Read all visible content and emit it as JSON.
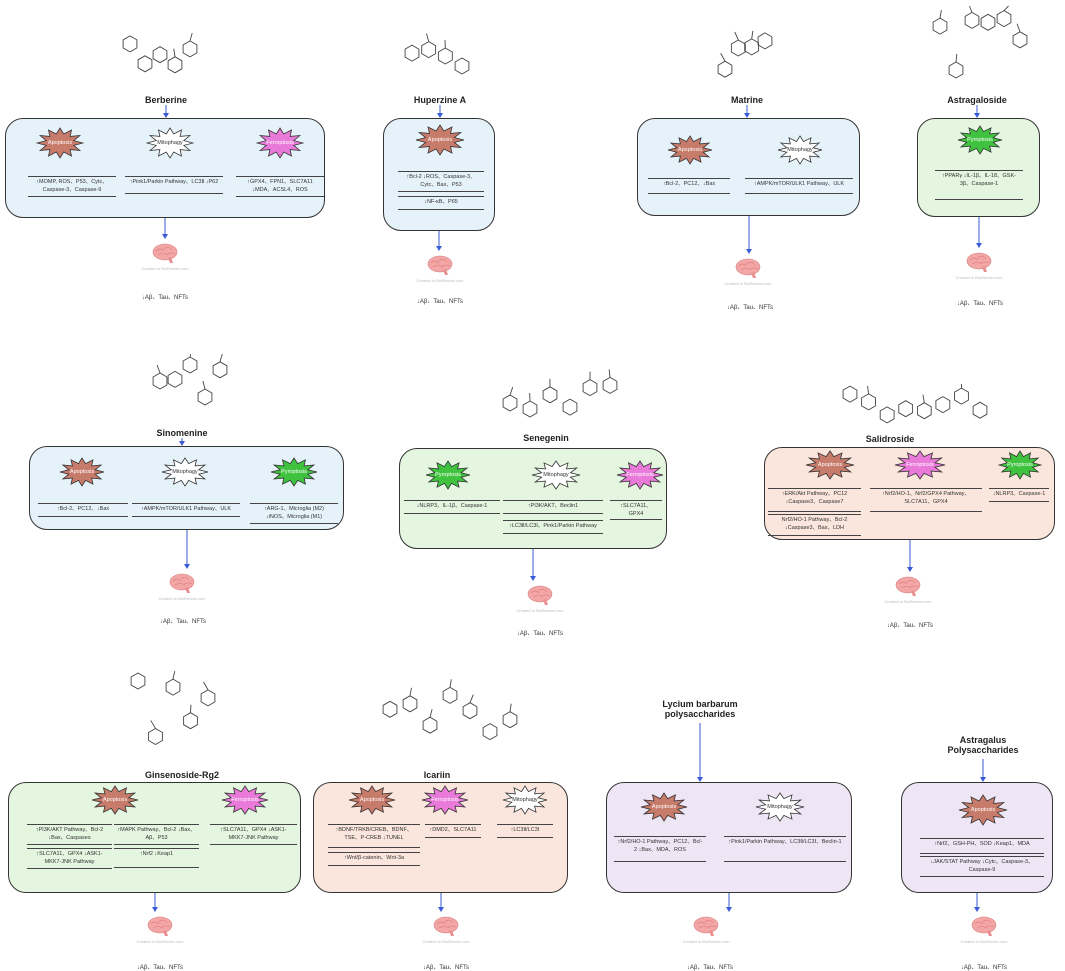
{
  "compounds": [
    {
      "name": "Berberine",
      "panel_color": "#e6f2fa",
      "mechanisms": [
        {
          "label": "Apoptosis",
          "kind": "apoptosis"
        },
        {
          "label": "Mitophagy",
          "kind": "mitophagy"
        },
        {
          "label": "Ferroptosis",
          "kind": "ferroptosis"
        }
      ],
      "boxes": [
        {
          "text": "↑MOMP, ROS、P53、Cytc、Caspase-3、Caspase-9"
        },
        {
          "text": "↑Pink1/Parkin Pathway、LC3Ⅱ ↓P62"
        },
        {
          "text": "↑GPX4、FPN1、SLC7A11 ↓MDA、ACSL4、ROS"
        }
      ],
      "outcome": "↓Aβ、Tau、NFTs",
      "brain_caption": "Created in BioRender.com"
    },
    {
      "name": "Huperzine A",
      "panel_color": "#e6f2fa",
      "mechanisms": [
        {
          "label": "Apoptosis",
          "kind": "apoptosis"
        }
      ],
      "boxes": [
        {
          "text": "↑Bcl-2 ↓ROS、Caspase-3、Cytc、Bax、P53"
        },
        {
          "text": "↓NF-κB、P65"
        }
      ],
      "outcome": "↓Aβ、Tau、NFTs",
      "brain_caption": "Created in BioRender.com"
    },
    {
      "name": "Matrine",
      "panel_color": "#e6f2fa",
      "mechanisms": [
        {
          "label": "Apoptosis",
          "kind": "apoptosis"
        },
        {
          "label": "Mitophagy",
          "kind": "mitophagy"
        }
      ],
      "boxes": [
        {
          "text": "↑Bcl-2、PC12、↓Bax"
        },
        {
          "text": "↑AMPK/mTOR/ULK1 Pathway、ULK"
        }
      ],
      "outcome": "↓Aβ、Tau、NFTs",
      "brain_caption": "Created in BioRender.com"
    },
    {
      "name": "Astragaloside",
      "panel_color": "#e4f5e0",
      "mechanisms": [
        {
          "label": "Pyroptosis",
          "kind": "pyroptosis"
        }
      ],
      "boxes": [
        {
          "text": "↑PPARγ ↓IL-1β、IL-18、GSK-3β、Caspase-1"
        }
      ],
      "outcome": "↓Aβ、Tau、NFTs",
      "brain_caption": "Created in BioRender.com"
    },
    {
      "name": "Sinomenine",
      "panel_color": "#e6f2fa",
      "mechanisms": [
        {
          "label": "Apoptosis",
          "kind": "apoptosis"
        },
        {
          "label": "Mitophagy",
          "kind": "mitophagy"
        },
        {
          "label": "Pyroptosis",
          "kind": "pyroptosis"
        }
      ],
      "boxes": [
        {
          "text": "↑Bcl-2、PC12、↓Bax"
        },
        {
          "text": "↑AMPK/mTOR/ULK1 Pathway、ULK"
        },
        {
          "text": "↑ARG-1、Microglia (M2) ↓iNOS、Microglia (M1)"
        }
      ],
      "outcome": "↓Aβ、Tau、NFTs",
      "brain_caption": "Created in BioRender.com"
    },
    {
      "name": "Senegenin",
      "panel_color": "#e4f5e0",
      "mechanisms": [
        {
          "label": "Pyroptosis",
          "kind": "pyroptosis"
        },
        {
          "label": "Mitophagy",
          "kind": "mitophagy"
        },
        {
          "label": "Ferroptosis",
          "kind": "ferroptosis"
        }
      ],
      "boxes": [
        {
          "text": "↓NLRP3、IL-1β、Caspase-1"
        },
        {
          "text": "↑PI3K/AKT、Beclin1"
        },
        {
          "text": "↑SLC7A11、GPX4"
        },
        {
          "text": "↑LC3Ⅱ/LC3Ⅰ、Pink1/Parkin Pathway"
        }
      ],
      "outcome": "↓Aβ、Tau、NFTs",
      "brain_caption": "Created in BioRender.com"
    },
    {
      "name": "Salidroside",
      "panel_color": "#fbe6dd",
      "mechanisms": [
        {
          "label": "Apoptosis",
          "kind": "apoptosis"
        },
        {
          "label": "Ferroptosis",
          "kind": "ferroptosis"
        },
        {
          "label": "Pyroptosis",
          "kind": "pyroptosis"
        }
      ],
      "boxes": [
        {
          "text": "↑ERK/Akt Pathway、PC12 ↓Caspase3、Caspase7"
        },
        {
          "text": "↑Nrf2/HO-1、Nrf2/GPX4 Pathway、SLC7A11、GPX4"
        },
        {
          "text": "↓NLRP3、Caspase-1"
        },
        {
          "text": "Nrf2/HO-1 Pathway、Bcl-2 ↓Caspase3、Bax、LDH"
        }
      ],
      "outcome": "↓Aβ、Tau、NFTs",
      "brain_caption": "Created in BioRender.com"
    },
    {
      "name": "Ginsenoside-Rg2",
      "panel_color": "#e4f5e0",
      "mechanisms": [
        {
          "label": "Apoptosis",
          "kind": "apoptosis"
        },
        {
          "label": "Ferroptosis",
          "kind": "ferroptosis"
        }
      ],
      "boxes": [
        {
          "text": "↑PI3K/AKT Pathway、Bcl-2 ↓Bax、Caspases"
        },
        {
          "text": "↑MAPK Pathway、Bcl-2 ↓Bax、Aβ、P53"
        },
        {
          "text": "↑SLC7A11、GPX4 ↓ASK1-MKK7-JNK Pathway"
        },
        {
          "text": "↑SLC7A11、GPX4 ↓ASK1-MKK7-JNK Pathway"
        },
        {
          "text": "↑Nrf2 ↓Keap1"
        }
      ],
      "outcome": "↓Aβ、Tau、NFTs",
      "brain_caption": "Created in BioRender.com"
    },
    {
      "name": "Icariin",
      "panel_color": "#fbe6dd",
      "mechanisms": [
        {
          "label": "Apoptosis",
          "kind": "apoptosis"
        },
        {
          "label": "Ferroptosis",
          "kind": "ferroptosis"
        },
        {
          "label": "Mitophagy",
          "kind": "mitophagy"
        }
      ],
      "boxes": [
        {
          "text": "↑BDNF/TRKB/CREB、BDNF、TSE、P-CREB ↓TUNEL"
        },
        {
          "text": "↑DMD2、SLC7A11"
        },
        {
          "text": "↑LC3Ⅱ/LC3Ⅰ"
        },
        {
          "text": "↑Wnt/β-catenin、Wnt-3a"
        }
      ],
      "outcome": "↓Aβ、Tau、NFTs",
      "brain_caption": "Created in BioRender.com"
    },
    {
      "name": "Lycium barbarum polysaccharides",
      "panel_color": "#efe6f5",
      "mechanisms": [
        {
          "label": "Apoptosis",
          "kind": "apoptosis"
        },
        {
          "label": "Mitophagy",
          "kind": "mitophagy"
        }
      ],
      "boxes": [
        {
          "text": "↑Nrf2/HO-1 Pathway、PC12、Bcl-2 ↓Bax、MDA、ROS"
        },
        {
          "text": "↑Pink1/Parkin Pathway、LC3Ⅱ/LC3Ⅰ、Beclin-1"
        }
      ],
      "outcome": "↓Aβ、Tau、NFTs",
      "brain_caption": "Created in BioRender.com"
    },
    {
      "name": "Astragalus Polysaccharides",
      "panel_color": "#efe6f5",
      "mechanisms": [
        {
          "label": "Apoptosis",
          "kind": "apoptosis"
        }
      ],
      "boxes": [
        {
          "text": "↑Nrf2、GSH-PH、SOD ↓Keap1、MDA"
        },
        {
          "text": "↓JAK/STAT Pathway ↓Cytc、Caspase-3、Caspase-9"
        }
      ],
      "outcome": "↓Aβ、Tau、NFTs",
      "brain_caption": "Created in BioRender.com"
    }
  ],
  "colors": {
    "apoptosis": "#c77b6b",
    "ferroptosis": "#e97ad9",
    "pyroptosis": "#3fc33f",
    "mitophagy": "#ffffff",
    "arrow": "#3b5bd6",
    "brain": "#f2a6a6"
  }
}
